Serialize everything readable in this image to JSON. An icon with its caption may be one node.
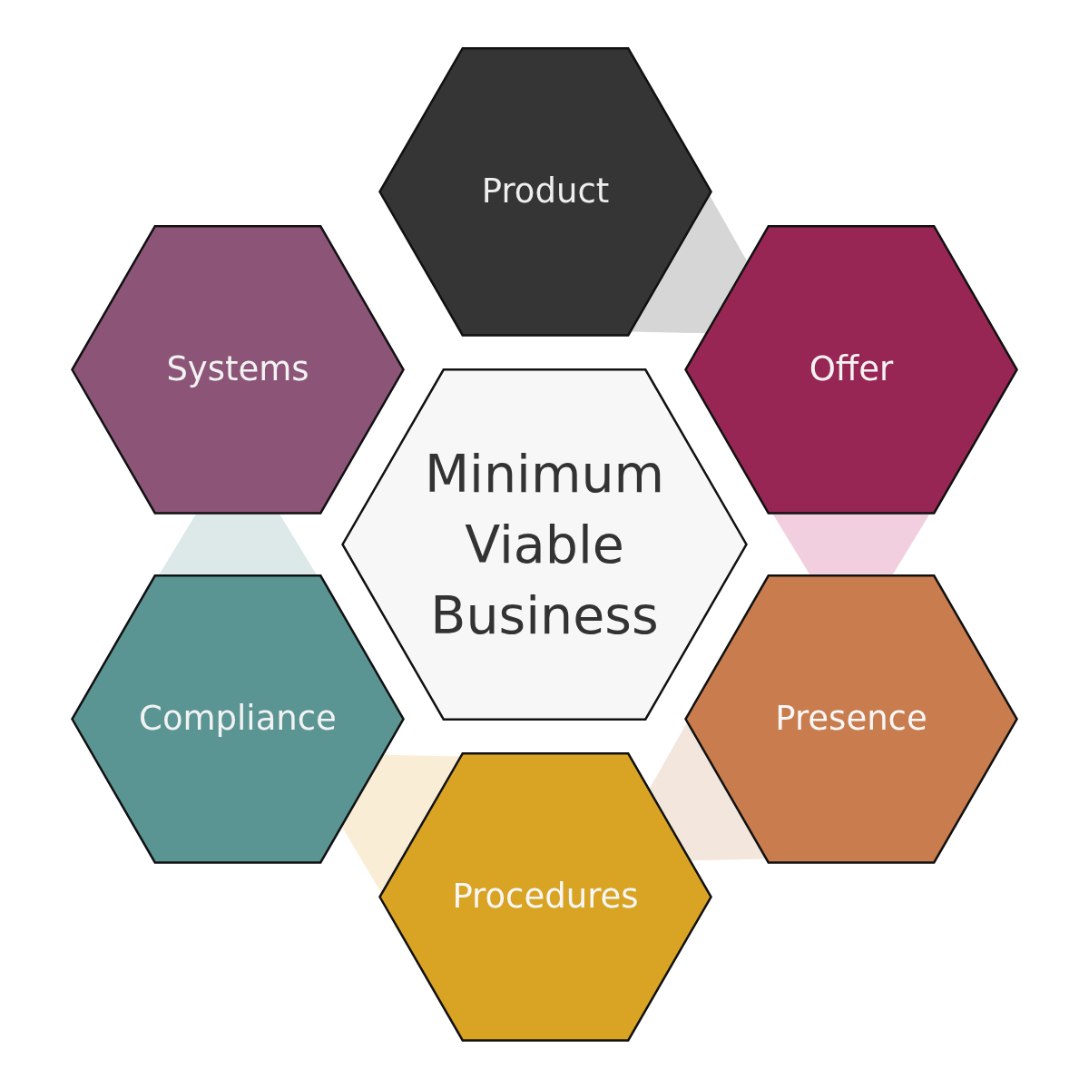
{
  "diagram": {
    "nodes": [
      {
        "text": [
          "Minimum Viable Business"
        ]
      },
      {
        "text": [
          "Product"
        ]
      },
      {
        "text": [
          "Offer"
        ]
      },
      {
        "text": [
          "Presence"
        ]
      },
      {
        "text": [
          "Procedures"
        ]
      },
      {
        "text": [
          "Compliance"
        ]
      },
      {
        "text": [
          "Systems"
        ]
      }
    ],
    "edges": [
      {
        "from": 1,
        "to": 2,
        "arrow": "none",
        "color": "#d6d6d6"
      },
      {
        "from": 2,
        "to": 3,
        "arrow": "none",
        "color": "#f2cfdf"
      },
      {
        "from": 3,
        "to": 4,
        "arrow": "none",
        "color": "#f3e6dd"
      },
      {
        "from": 4,
        "to": 5,
        "arrow": "none",
        "color": "#f9edd6"
      },
      {
        "from": 5,
        "to": 6,
        "arrow": "none",
        "color": "#dde9e8"
      }
    ]
  }
}
